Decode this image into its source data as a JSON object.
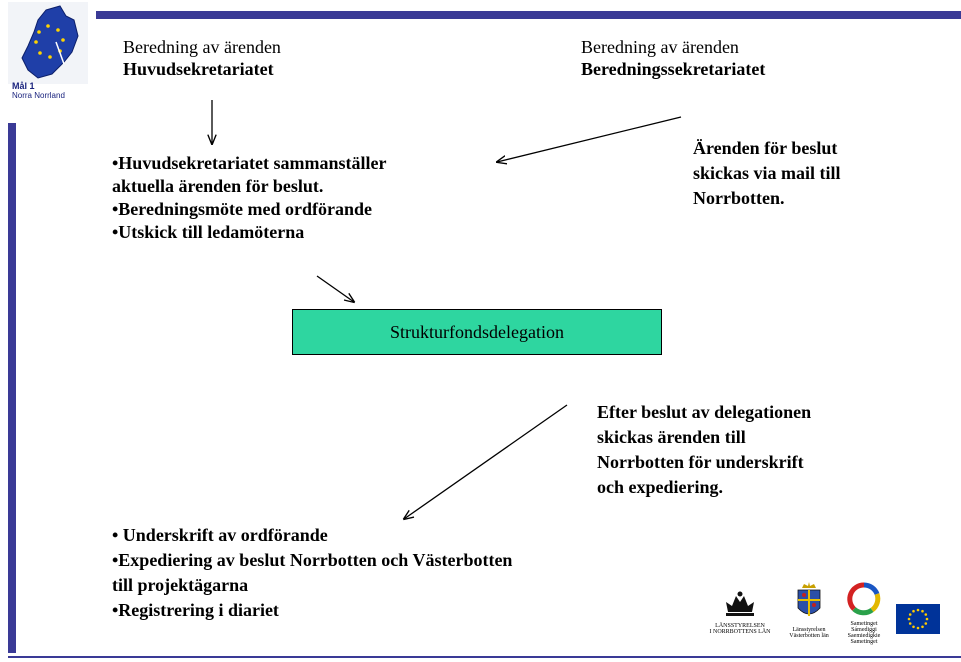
{
  "logo": {
    "title": "Mål 1",
    "subtitle": "Norra Norrland",
    "icon": "map-region-icon"
  },
  "headings": {
    "left": {
      "line1": "Beredning av ärenden",
      "line2": "Huvudsekretariatet"
    },
    "right": {
      "line1": "Beredning av ärenden",
      "line2": "Beredningssekretariatet"
    }
  },
  "main_steps": [
    "•Huvudsekretariatet sammanställer",
    "aktuella ärenden för beslut.",
    "•Beredningsmöte med ordförande",
    "•Utskick till ledamöterna"
  ],
  "right_note": [
    "Ärenden för beslut",
    "skickas via mail till",
    "Norrbotten."
  ],
  "delegation": {
    "label": "Strukturfondsdelegation",
    "fill": "#2ed6a0"
  },
  "after_note": [
    "Efter beslut av delegationen",
    "skickas ärenden till",
    "Norrbotten för underskrift",
    "och expediering."
  ],
  "final_steps": [
    "• Underskrift av ordförande",
    "•Expediering av beslut Norrbotten och Västerbotten",
    "till projektägarna",
    "•Registrering i diariet"
  ],
  "footer_logos": [
    {
      "icon": "crown-icon",
      "caption_lines": [
        "LÄNSSTYRELSEN",
        "I NORRBOTTENS LÄN"
      ]
    },
    {
      "icon": "coat-of-arms-icon",
      "caption_lines": [
        "Länsstyrelsen",
        "Västerbotten län"
      ]
    },
    {
      "icon": "ring-logo-icon",
      "caption_lines": [
        "Sametinget",
        "Sámediggi",
        "Saemiedigkie",
        "Sametinget"
      ]
    },
    {
      "icon": "eu-flag-icon",
      "caption_lines": []
    }
  ],
  "colors": {
    "accent_bar": "#3a3a96",
    "eu_blue": "#003399",
    "eu_star": "#ffcc00"
  }
}
